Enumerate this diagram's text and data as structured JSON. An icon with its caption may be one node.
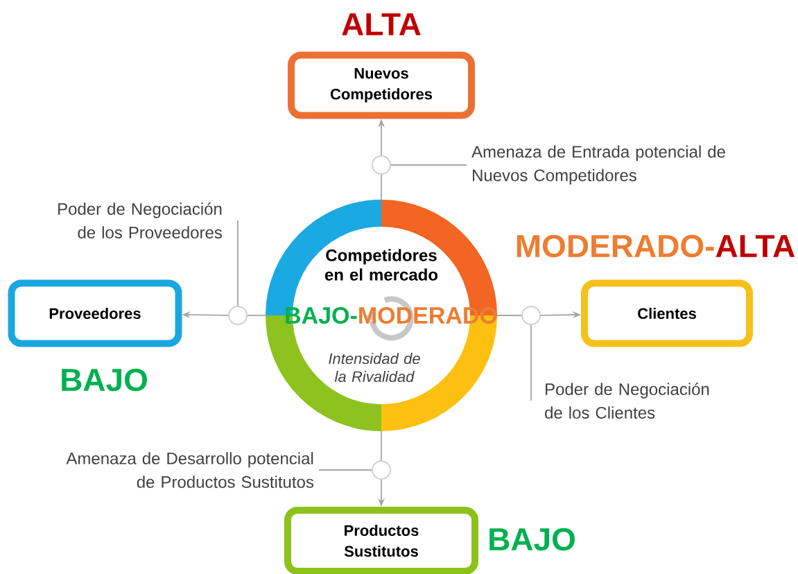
{
  "diagram": {
    "nodes": [
      {
        "text": [
          "Competidores en el mercado",
          "BAJO-",
          "MODERADO",
          "Intensidad de la Rivalidad"
        ]
      },
      {
        "text": [
          "Nuevos Competidores"
        ],
        "beside": [
          "ALTA"
        ]
      },
      {
        "text": [
          "Amenaza de Entrada potencial de Nuevos Competidores"
        ]
      },
      {
        "text": [
          "Poder de Negociación de los Proveedores"
        ]
      },
      {
        "text": [
          "Proveedores"
        ],
        "beside": [
          "BAJO"
        ]
      },
      {
        "text": [
          "Clientes"
        ],
        "beside": [
          "MODERADO-",
          "ALTA"
        ]
      },
      {
        "text": [
          "Poder de Negociación de los Clientes"
        ]
      },
      {
        "text": [
          "Amenaza de Desarrollo potencial de Productos Sustitutos"
        ]
      },
      {
        "text": [
          "Productos Sustitutos"
        ],
        "beside": [
          "BAJO"
        ]
      },
      {
        "text": [],
        "shape": "circle"
      },
      {
        "text": [],
        "shape": "circle"
      },
      {
        "text": [],
        "shape": "circle"
      },
      {
        "text": [],
        "shape": "circle"
      }
    ],
    "edges": [
      {
        "from": 0,
        "to": 9,
        "arrow": "none"
      },
      {
        "from": 9,
        "to": 1,
        "arrow": "to"
      },
      {
        "from": 0,
        "to": 10,
        "arrow": "none"
      },
      {
        "from": 10,
        "to": 4,
        "arrow": "to"
      },
      {
        "from": 0,
        "to": 11,
        "arrow": "none"
      },
      {
        "from": 11,
        "to": 5,
        "arrow": "to"
      },
      {
        "from": 0,
        "to": 12,
        "arrow": "none"
      },
      {
        "from": 12,
        "to": 8,
        "arrow": "to"
      },
      {
        "from": 2,
        "to": 9,
        "arrow": "none"
      },
      {
        "from": 3,
        "to": 10,
        "arrow": "none"
      },
      {
        "from": 6,
        "to": 11,
        "arrow": "none"
      },
      {
        "from": 7,
        "to": 12,
        "arrow": "none"
      }
    ]
  }
}
